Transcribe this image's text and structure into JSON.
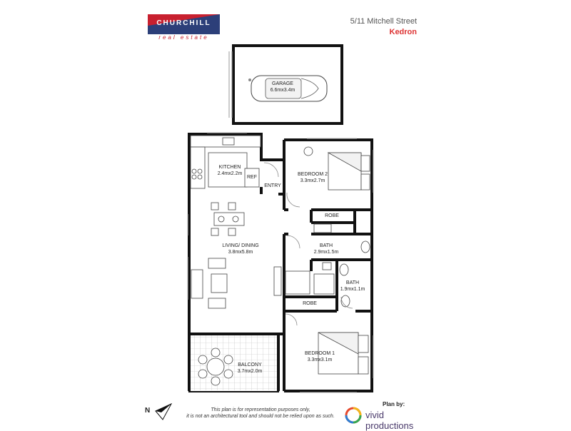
{
  "branding": {
    "logo_text": "CHURCHILL",
    "logo_sub": "real estate",
    "brand_blue": "#2c3f79",
    "brand_red": "#c8202f"
  },
  "property": {
    "address": "5/11 Mitchell Street",
    "suburb": "Kedron"
  },
  "rooms": {
    "garage": {
      "name": "GARAGE",
      "size": "6.6mx3.4m"
    },
    "kitchen": {
      "name": "KITCHEN",
      "size": "2.4mx2.2m"
    },
    "ref": "REF",
    "entry": "ENTRY",
    "bedroom2": {
      "name": "BEDROOM 2",
      "size": "3.3mx2.7m"
    },
    "robe_top": "ROBE",
    "living": {
      "name": "LIVING/ DINING",
      "size": "3.8mx5.8m"
    },
    "bath_main": {
      "name": "BATH",
      "size": "2.9mx1.5m"
    },
    "bath_ensuite": {
      "name": "BATH",
      "size": "1.9mx1.1m"
    },
    "robe_bottom": "ROBE",
    "bedroom1": {
      "name": "BEDROOM 1",
      "size": "3.3mx3.1m"
    },
    "balcony": {
      "name": "BALCONY",
      "size": "3.7mx2.0m"
    }
  },
  "footer": {
    "north": "N",
    "disclaimer_1": "This plan is for representation purposes only,",
    "disclaimer_2": "it is not an architectural tool and should not be relied upon as such.",
    "plan_by": "Plan by:",
    "vivid_1": "vivid",
    "vivid_2": "productions"
  }
}
